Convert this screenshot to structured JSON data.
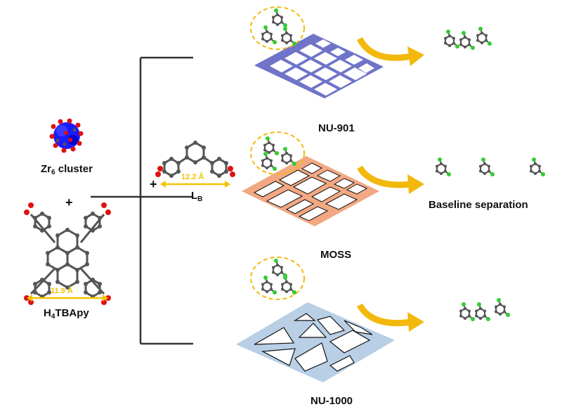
{
  "labels": {
    "cluster_name": "Zr",
    "cluster_sub": "6",
    "cluster_suffix": " cluster",
    "linker_prefix": "H",
    "linker_sub": "4",
    "linker_suffix": "TBApy",
    "linker_distance": "11.9 Å",
    "ligand_b_name": "L",
    "ligand_b_sub": "B",
    "ligand_b_distance": "12.2 Å",
    "plus_1": "+",
    "plus_2": "+",
    "mof_top": "NU-901",
    "mof_mid": "MOSS",
    "mof_bot": "NU-1000",
    "separation_result": "Baseline separation"
  },
  "colors": {
    "nu901_grid": "#6f74c8",
    "moss_grid": "#f2a882",
    "nu1000_grid": "#b8cfe6",
    "arrow": "#f2b90c",
    "dashed_circle": "#f2b90c",
    "distance_arrow": "#f2c200",
    "halogen_atom": "#33cc33",
    "oxygen_atom": "#dd1111",
    "carbon_atom": "#555555",
    "zr_cluster": "#1a1aff",
    "bracket_line": "#333333"
  }
}
